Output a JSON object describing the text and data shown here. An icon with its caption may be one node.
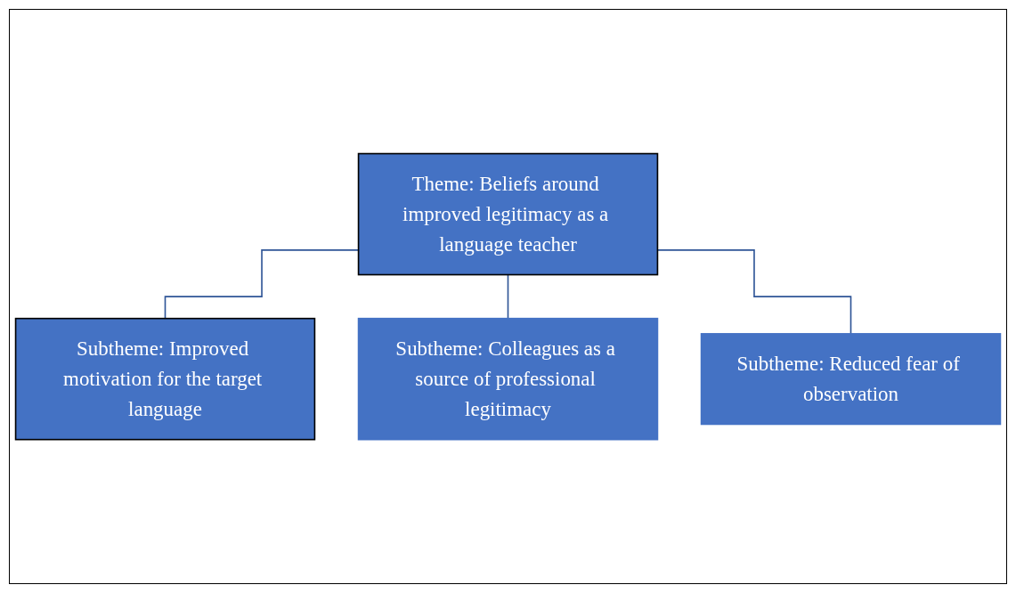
{
  "diagram": {
    "nodes": [
      {
        "text": [
          "Theme: Beliefs around improved legitimacy as a language teacher"
        ]
      },
      {
        "text": [
          "Subtheme: Improved motivation for the target language"
        ]
      },
      {
        "text": [
          "Subtheme: Colleagues as a source of professional legitimacy"
        ]
      },
      {
        "text": [
          "Subtheme: Reduced fear of observation"
        ]
      }
    ],
    "edges": [
      {
        "from": 0,
        "to": 1,
        "arrow": "none"
      },
      {
        "from": 0,
        "to": 2,
        "arrow": "none"
      },
      {
        "from": 0,
        "to": 3,
        "arrow": "none"
      }
    ]
  }
}
